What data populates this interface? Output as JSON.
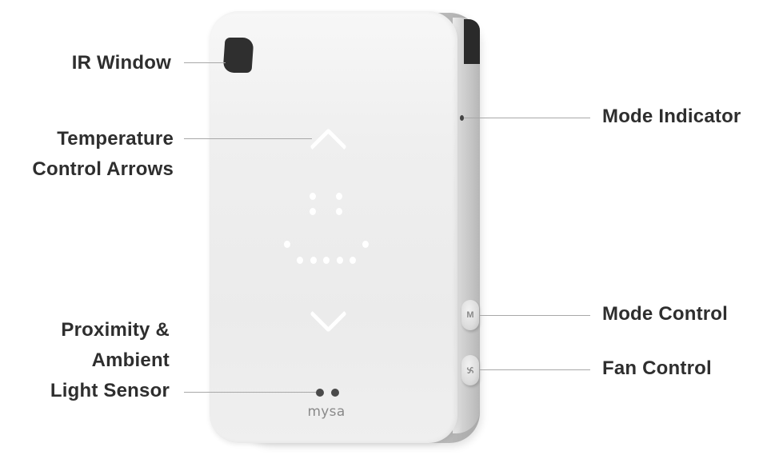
{
  "product": {
    "brand": "mysa"
  },
  "callouts": {
    "ir_window": "IR Window",
    "temperature_line1": "Temperature",
    "temperature_line2": "Control Arrows",
    "proximity_line1": "Proximity &",
    "proximity_line2": "Ambient",
    "proximity_line3": "Light Sensor",
    "mode_indicator": "Mode Indicator",
    "mode_control": "Mode Control",
    "fan_control": "Fan Control"
  },
  "buttons": {
    "mode_glyph": "M",
    "fan_icon": "fan-icon"
  },
  "colors": {
    "label_text": "#2e2e2e",
    "leader_line": "#a8a8a8",
    "device_face": "#efefef",
    "ir_window": "#2f2f2f"
  }
}
